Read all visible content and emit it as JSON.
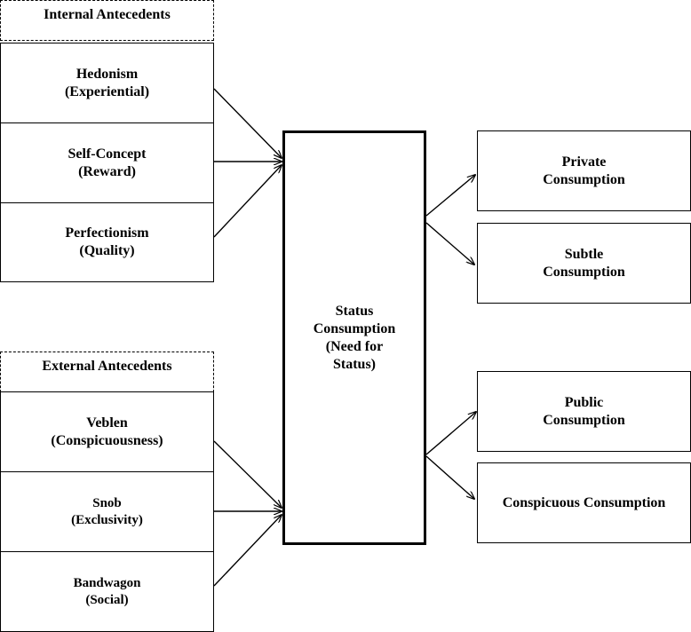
{
  "internal": {
    "header": "Internal Antecedents",
    "items": [
      {
        "line1": "Hedonism",
        "line2": "(Experiential)"
      },
      {
        "line1": "Self-Concept",
        "line2": "(Reward)"
      },
      {
        "line1": "Perfectionism",
        "line2": "(Quality)"
      }
    ]
  },
  "external": {
    "header": "External Antecedents",
    "items": [
      {
        "line1": "Veblen",
        "line2": "(Conspicuousness)"
      },
      {
        "line1": "Snob",
        "line2": "(Exclusivity)"
      },
      {
        "line1": "Bandwagon",
        "line2": "(Social)"
      }
    ]
  },
  "center": {
    "line1": "Status",
    "line2": "Consumption",
    "line3": "(Need for",
    "line4": "Status)"
  },
  "outcomes": [
    {
      "line1": "Private",
      "line2": "Consumption"
    },
    {
      "line1": "Subtle",
      "line2": "Consumption"
    },
    {
      "line1": "Public",
      "line2": "Consumption"
    },
    {
      "line1": "Conspicuous Consumption",
      "line2": ""
    }
  ]
}
